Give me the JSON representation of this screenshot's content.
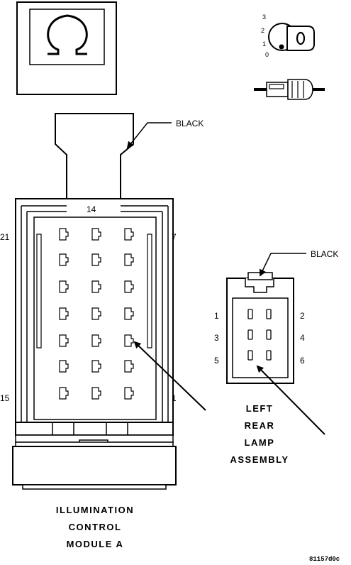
{
  "icons": {
    "omega_box": "omega-symbol-icon",
    "key_switch": "ignition-key-icon",
    "connector_symbol": "connector-plug-icon"
  },
  "key_positions": [
    "3",
    "2",
    "1",
    "0"
  ],
  "left_connector": {
    "color_label": "BLACK",
    "pin_labels": {
      "top_center": "14",
      "top_left": "21",
      "top_right": "7",
      "bottom_left": "15",
      "bottom_right": "1"
    },
    "name_lines": [
      "ILLUMINATION",
      "CONTROL",
      "MODULE A"
    ]
  },
  "right_connector": {
    "color_label": "BLACK",
    "pins": [
      "1",
      "2",
      "3",
      "4",
      "5",
      "6"
    ],
    "name_lines": [
      "LEFT",
      "REAR",
      "LAMP",
      "ASSEMBLY"
    ]
  },
  "figure_code": "81157d0c"
}
